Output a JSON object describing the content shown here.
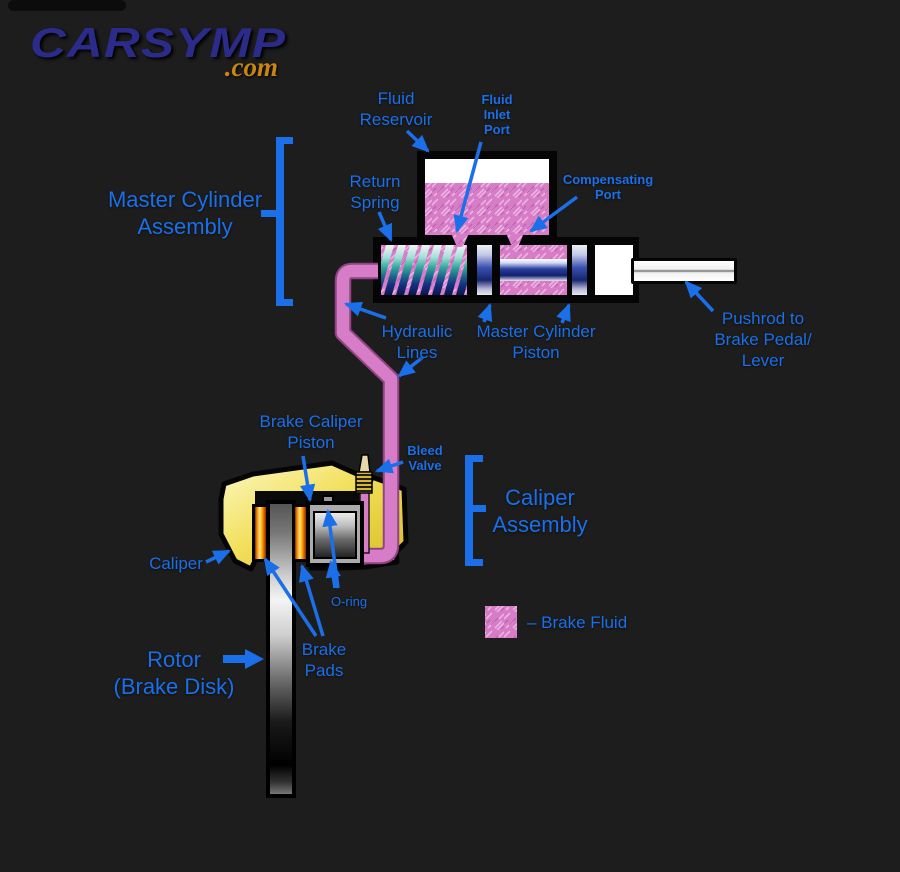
{
  "window": {
    "background": "#1d1d1d"
  },
  "logo": {
    "name": "CARSYMP",
    "tld": ".com"
  },
  "labels": {
    "fluid_reservoir": "Fluid\nReservoir",
    "fluid_inlet_port": "Fluid\nInlet\nPort",
    "compensating_port": "Compensating\nPort",
    "return_spring": "Return\nSpring",
    "master_cylinder_assembly": "Master Cylinder\nAssembly",
    "hydraulic_lines": "Hydraulic\nLines",
    "master_cylinder_piston": "Master Cylinder\nPiston",
    "pushrod": "Pushrod to\nBrake Pedal/ Lever",
    "brake_caliper_piston": "Brake Caliper\nPiston",
    "bleed_valve": "Bleed\nValve",
    "caliper_assembly": "Caliper\nAssembly",
    "o_ring": "O-ring",
    "caliper": "Caliper",
    "rotor": "Rotor\n(Brake Disk)",
    "brake_pads": "Brake\nPads",
    "legend_brake_fluid": "– Brake Fluid"
  },
  "colors": {
    "label_blue": "#1b6fe8",
    "brake_fluid_pink": "#d77cc7",
    "caliper_yellow": "#f2e05c",
    "pad_orange": "#ff9000",
    "logo_navy": "#2b2b8a",
    "logo_orange": "#c8860f"
  }
}
